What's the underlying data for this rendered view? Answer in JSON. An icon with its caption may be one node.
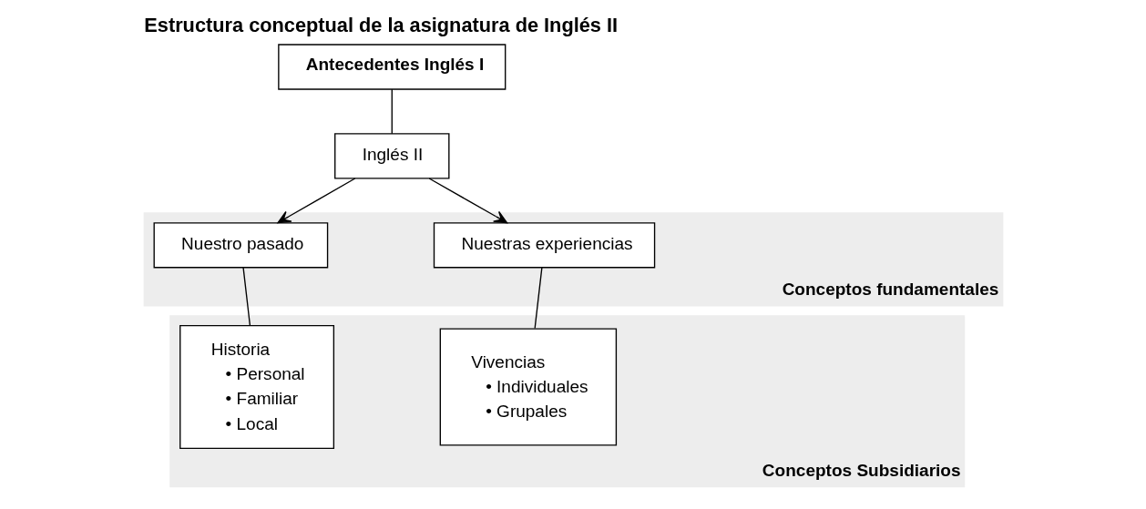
{
  "diagram": {
    "title": "Estructura conceptual de la asignatura de Inglés II",
    "nodes": [
      {
        "text": [
          "Antecedentes Inglés I"
        ]
      },
      {
        "text": [
          "Inglés II"
        ]
      },
      {
        "text": [
          "Conceptos fundamentales"
        ]
      },
      {
        "text": [
          "Nuestro pasado"
        ],
        "in": 2
      },
      {
        "text": [
          "Nuestras experiencias"
        ],
        "in": 2
      },
      {
        "text": [
          "Conceptos Subsidiarios"
        ]
      },
      {
        "text": [
          "Historia",
          "• Personal",
          "• Familiar",
          "• Local"
        ],
        "in": 5
      },
      {
        "text": [
          "Vivencias",
          "• Individuales",
          "• Grupales"
        ],
        "in": 5
      }
    ],
    "edges": [
      {
        "from": 0,
        "to": 1,
        "arrow": "none"
      },
      {
        "from": 1,
        "to": 3,
        "arrow": "to"
      },
      {
        "from": 1,
        "to": 4,
        "arrow": "to"
      },
      {
        "from": 3,
        "to": 6,
        "arrow": "none"
      },
      {
        "from": 4,
        "to": 7,
        "arrow": "none"
      }
    ]
  }
}
